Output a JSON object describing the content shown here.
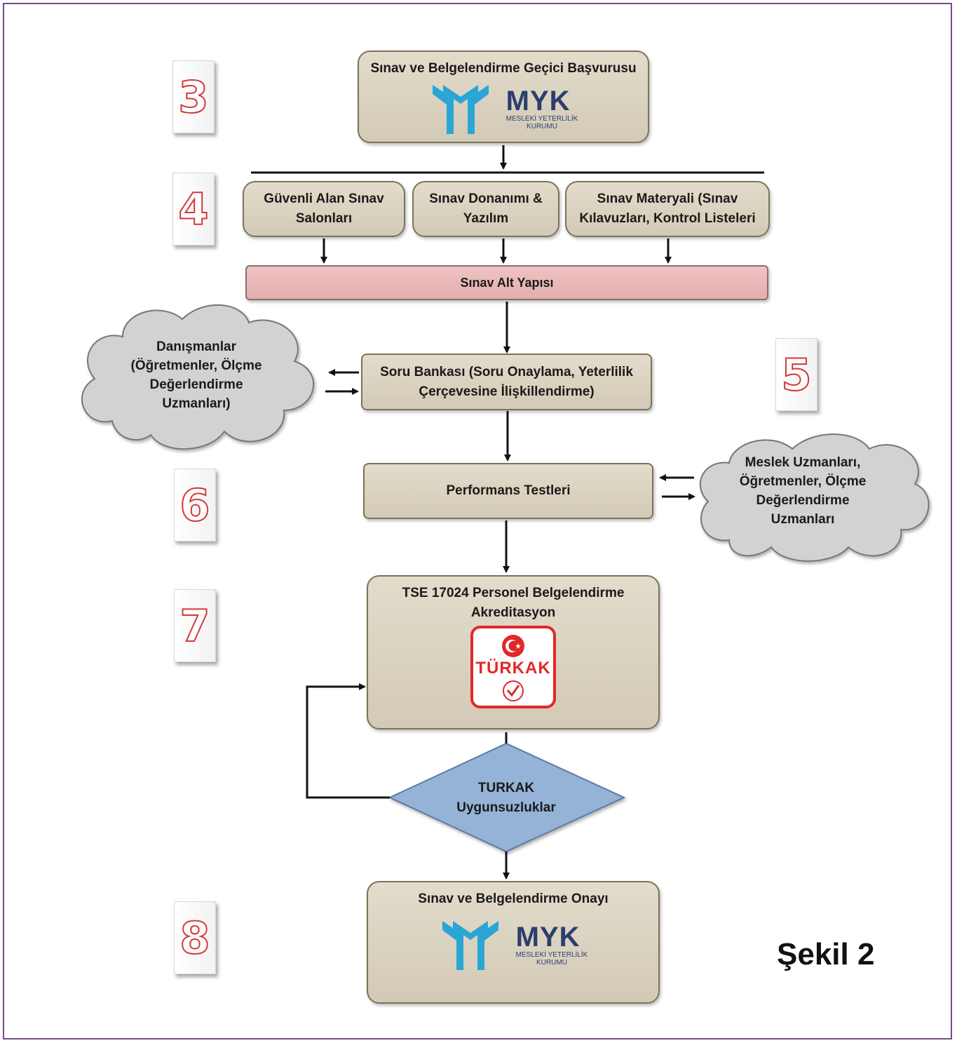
{
  "steps": [
    "3",
    "4",
    "5",
    "6",
    "7",
    "8"
  ],
  "top_box": {
    "title": "Sınav ve Belgelendirme Geçici Başvurusu"
  },
  "myk_logo": {
    "word": "MYK",
    "sub1": "MESLEKİ YETERLİLİK",
    "sub2": "KURUMU"
  },
  "resources": [
    "Güvenli Alan Sınav Salonları",
    "Sınav Donanımı & Yazılım",
    "Sınav Materyali (Sınav Kılavuzları, Kontrol Listeleri"
  ],
  "infrastructure": "Sınav Alt Yapısı",
  "question_bank": "Soru Bankası (Soru Onaylama, Yeterlilik Çerçevesine İlişkillendirme)",
  "cloud_left": "Danışmanlar (Öğretmenler, Ölçme Değerlendirme Uzmanları)",
  "performance": "Performans Testleri",
  "cloud_right": "Meslek Uzmanları, Öğretmenler, Ölçme Değerlendirme Uzmanları",
  "accreditation": {
    "title": "TSE 17024 Personel Belgelendirme Akreditasyon",
    "logo_text": "TÜRKAK"
  },
  "decision": "TURKAK Uygunsuzluklar",
  "final_box": {
    "title": "Sınav ve Belgelendirme Onayı"
  },
  "figure_label": "Şekil 2",
  "colors": {
    "box": "#d9d2bf",
    "pink": "#e8b4b4",
    "diamond": "#95b3d7",
    "cloud": "#d0d0d0",
    "myk_blue": "#2aa6d6",
    "turkak_red": "#e2282a"
  }
}
